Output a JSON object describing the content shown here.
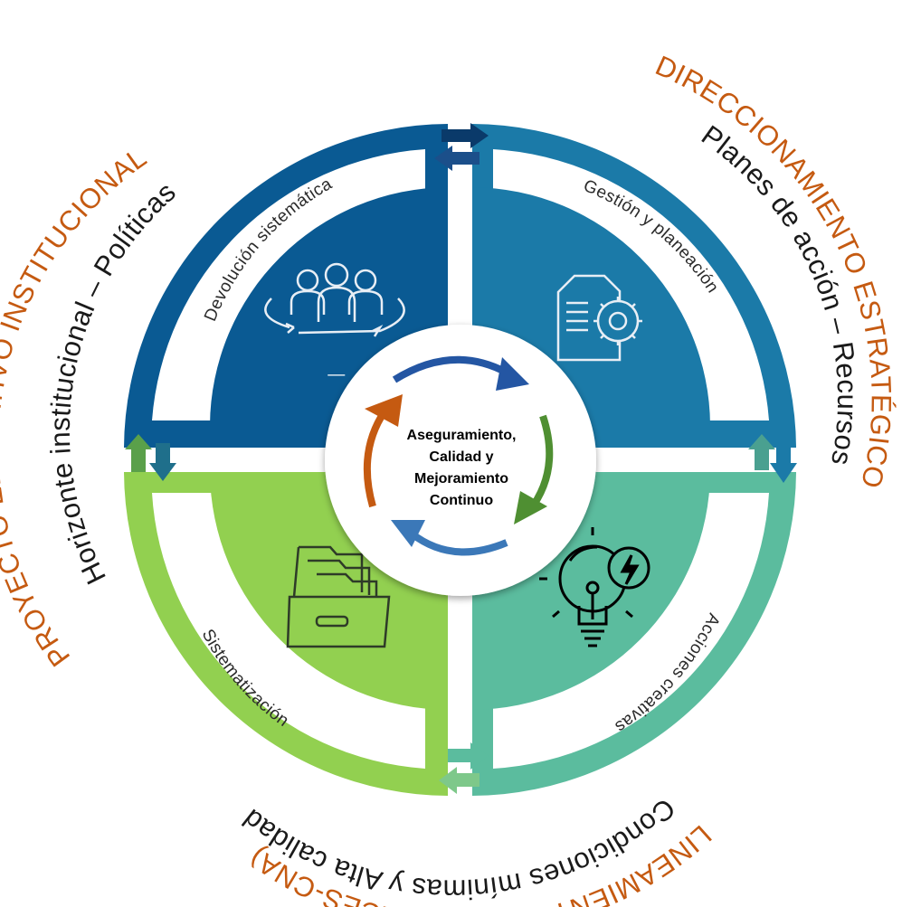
{
  "outer_labels": {
    "left": "PROYECTO EDUCATIVO INSTITUCIONAL",
    "right": "DIRECCIONAMIENTO ESTRATÉGICO",
    "bottom": "LINEAMIENTOS MEN (SACES-CNA)"
  },
  "inner_labels": {
    "left": "Horizonte institucional – Políticas",
    "right": "Planes de acción – Recursos",
    "bottom": "Condiciones mínimas y Alta calidad"
  },
  "quadrants": {
    "top_left": {
      "label": "Devolución sistemática",
      "sub": "—",
      "icon": "people-cycle-icon",
      "color": "#0a5a93"
    },
    "top_right": {
      "label": "Gestión y planeación",
      "icon": "document-gear-icon",
      "color": "#1b7aa8"
    },
    "bottom_left": {
      "label": "Sistematización",
      "icon": "file-drawer-icon",
      "color": "#92d050"
    },
    "bottom_right": {
      "label": "Acciones creativas",
      "icon": "lightbulb-icon",
      "color": "#5bbc9e"
    }
  },
  "center": {
    "lines": [
      "Aseguramiento,",
      "Calidad y",
      "Mejoramiento",
      "Continuo"
    ]
  },
  "colors": {
    "orange": "#c55a11",
    "dark_blue": "#0a5a93",
    "mid_blue": "#1b7aa8",
    "green": "#92d050",
    "teal": "#5bbc9e"
  }
}
